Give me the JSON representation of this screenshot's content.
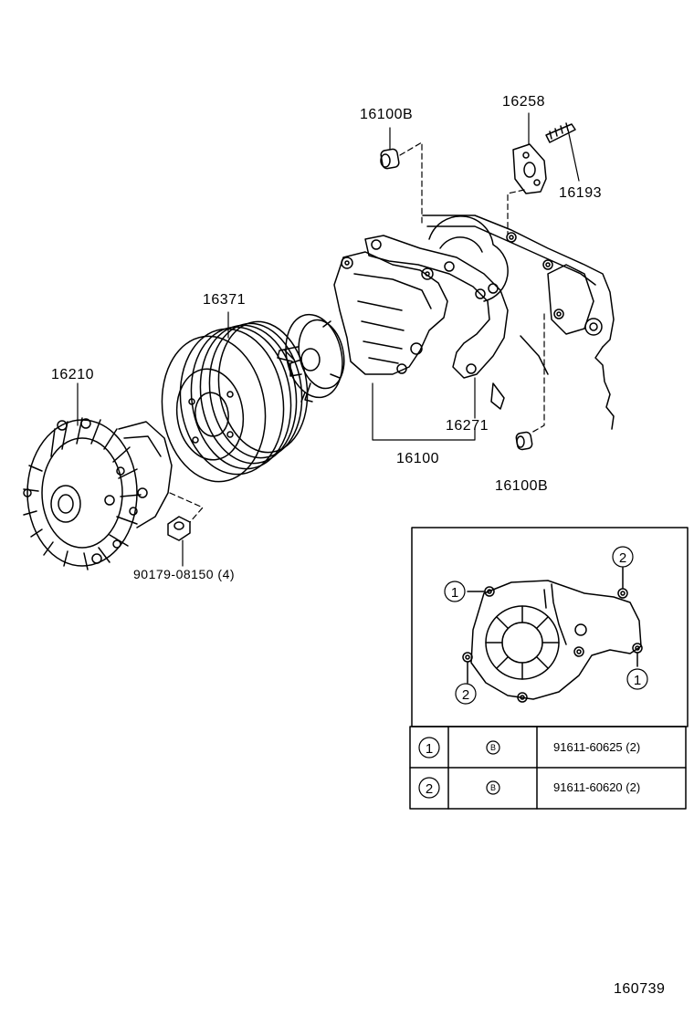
{
  "callouts": {
    "p16100B_top": "16100B",
    "p16258": "16258",
    "p16193": "16193",
    "p16371": "16371",
    "p16210": "16210",
    "p16271": "16271",
    "p16100": "16100",
    "p16100B_bottom": "16100B",
    "p90179": "90179-08150 (4)"
  },
  "detail": {
    "bolt_marks": [
      "1",
      "2"
    ],
    "rows": [
      {
        "ref": "1",
        "symbol": "B",
        "part": "91611-60625 (2)"
      },
      {
        "ref": "2",
        "symbol": "B",
        "part": "91611-60620 (2)"
      }
    ]
  },
  "illustration_id": "160739"
}
